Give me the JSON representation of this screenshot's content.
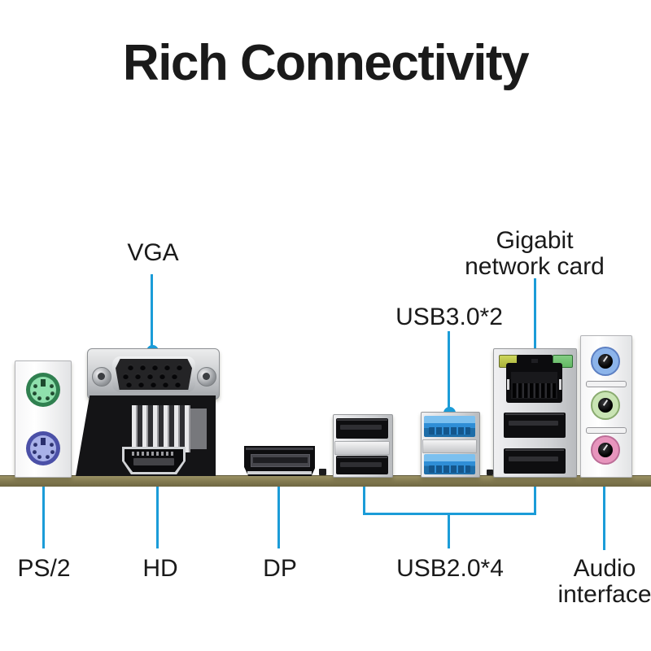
{
  "title": "Rich Connectivity",
  "labels": {
    "vga": "VGA",
    "gigabit_line1": "Gigabit",
    "gigabit_line2": "network card",
    "usb3": "USB3.0*2",
    "ps2": "PS/2",
    "hd": "HD",
    "dp": "DP",
    "usb2": "USB2.0*4",
    "audio_line1": "Audio",
    "audio_line2": "interface"
  },
  "colors": {
    "text": "#1a1a1a",
    "accent": "#1b9cd8",
    "pcb": "#857c52",
    "usb3_port": "#2f8ed6",
    "ps2_mouse": "#8fe0ad",
    "ps2_keyboard": "#a9b1e9",
    "audio_line_in": "#8cb4ea",
    "audio_line_out": "#c9e4b4",
    "audio_mic": "#e795bd",
    "led_yellow": "#a9b23a",
    "led_green": "#62b862"
  }
}
